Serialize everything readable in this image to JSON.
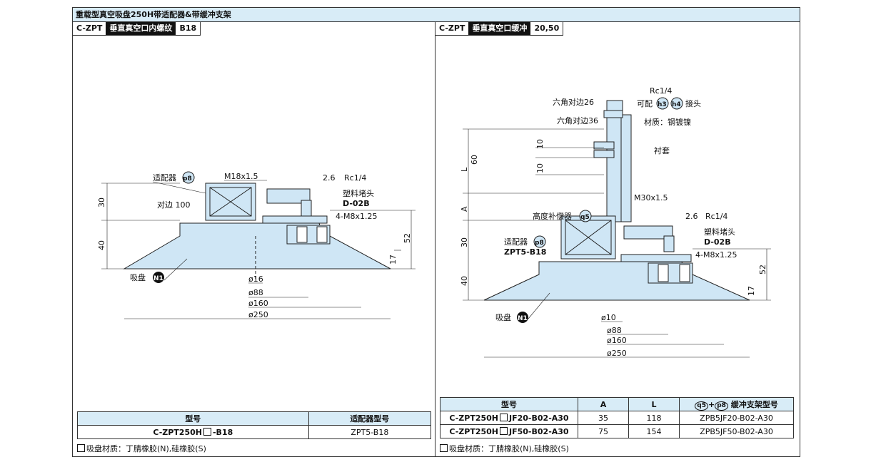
{
  "title": "重载型真空吸盘250H带适配器&带缓冲支架",
  "left": {
    "tag": [
      "C-ZPT",
      "垂直真空口内螺纹",
      "B18"
    ],
    "labels": {
      "adapter": "适配器",
      "adapter_code": "p8",
      "m18": "M18x1.5",
      "dim26": "2.6",
      "rc": "Rc1/4",
      "plug": "塑料堵头",
      "d02b": "D-02B",
      "m8": "4-M8x1.25",
      "hex": "对边 100",
      "pad": "吸盘",
      "pad_code": "N1",
      "h30": "30",
      "h40": "40",
      "h52": "52",
      "h17": "17",
      "d16": "ø16",
      "d88": "ø88",
      "d160": "ø160",
      "d250": "ø250"
    },
    "table": {
      "headers": [
        "型号",
        "适配器型号"
      ],
      "rows": [
        [
          "C-ZPT250H□-B18",
          "ZPT5-B18"
        ]
      ]
    },
    "model_prefix": "C-ZPT250H",
    "model_suffix": "-B18",
    "note": "吸盘材质：丁腈橡胶(N),硅橡胶(S)"
  },
  "right": {
    "tag": [
      "C-ZPT",
      "垂直真空口缓冲",
      "20,50"
    ],
    "labels": {
      "rc_top": "Rc1/4",
      "fitting": "可配",
      "h3": "h3",
      "h4": "h4",
      "joint": "接头",
      "hex26": "六角对边26",
      "hex36": "六角对边36",
      "material": "材质：钢镀镍",
      "sleeve": "衬套",
      "m30": "M30x1.5",
      "comp": "高度补偿器",
      "comp_code": "q5",
      "adapter": "适配器",
      "adapter_code": "p8",
      "adapter_model": "ZPT5-B18",
      "dim26": "2.6",
      "rc": "Rc1/4",
      "plug": "塑料堵头",
      "d02b": "D-02B",
      "m8": "4-M8x1.25",
      "pad": "吸盘",
      "pad_code": "N1",
      "L": "L",
      "A": "A",
      "h60": "60",
      "h10a": "10",
      "h10b": "10",
      "h30": "30",
      "h40": "40",
      "h52": "52",
      "h17": "17",
      "d10": "ø10",
      "d88": "ø88",
      "d160": "ø160",
      "d250": "ø250"
    },
    "table": {
      "headers": [
        "型号",
        "A",
        "L",
        "缓冲支架型号"
      ],
      "header_codes": [
        "q5",
        "p8"
      ],
      "rows": [
        {
          "prefix": "C-ZPT250H",
          "suffix": "JF20-B02-A30",
          "A": "35",
          "L": "118",
          "bracket": "ZPB5JF20-B02-A30"
        },
        {
          "prefix": "C-ZPT250H",
          "suffix": "JF50-B02-A30",
          "A": "75",
          "L": "154",
          "bracket": "ZPB5JF50-B02-A30"
        }
      ]
    },
    "note": "吸盘材质：丁腈橡胶(N),硅橡胶(S)"
  },
  "colors": {
    "fill": "#cfe6f5",
    "header": "#d8ecf7",
    "line": "#222222"
  }
}
